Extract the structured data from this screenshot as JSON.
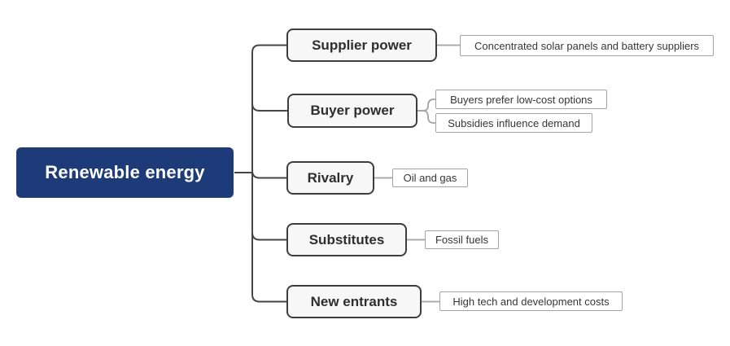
{
  "diagram": {
    "root": {
      "label": "Renewable energy"
    },
    "branches": [
      {
        "label": "Supplier power",
        "leaves": [
          "Concentrated solar panels and battery suppliers"
        ]
      },
      {
        "label": "Buyer power",
        "leaves": [
          "Buyers prefer low-cost options",
          "Subsidies influence demand"
        ]
      },
      {
        "label": "Rivalry",
        "leaves": [
          "Oil and gas"
        ]
      },
      {
        "label": "Substitutes",
        "leaves": [
          "Fossil fuels"
        ]
      },
      {
        "label": "New entrants",
        "leaves": [
          "High tech and development costs"
        ]
      }
    ],
    "colors": {
      "root_bg": "#1c3b78",
      "root_text": "#ffffff",
      "branch_bg": "#f7f7f7",
      "branch_border": "#3d3d3d",
      "branch_text": "#2e2e2e",
      "leaf_bg": "#ffffff",
      "leaf_border": "#a3a3a3",
      "leaf_text": "#363636",
      "connector_dark": "#454545",
      "connector_light": "#a3a3a3",
      "canvas_bg": "#ffffff"
    }
  }
}
